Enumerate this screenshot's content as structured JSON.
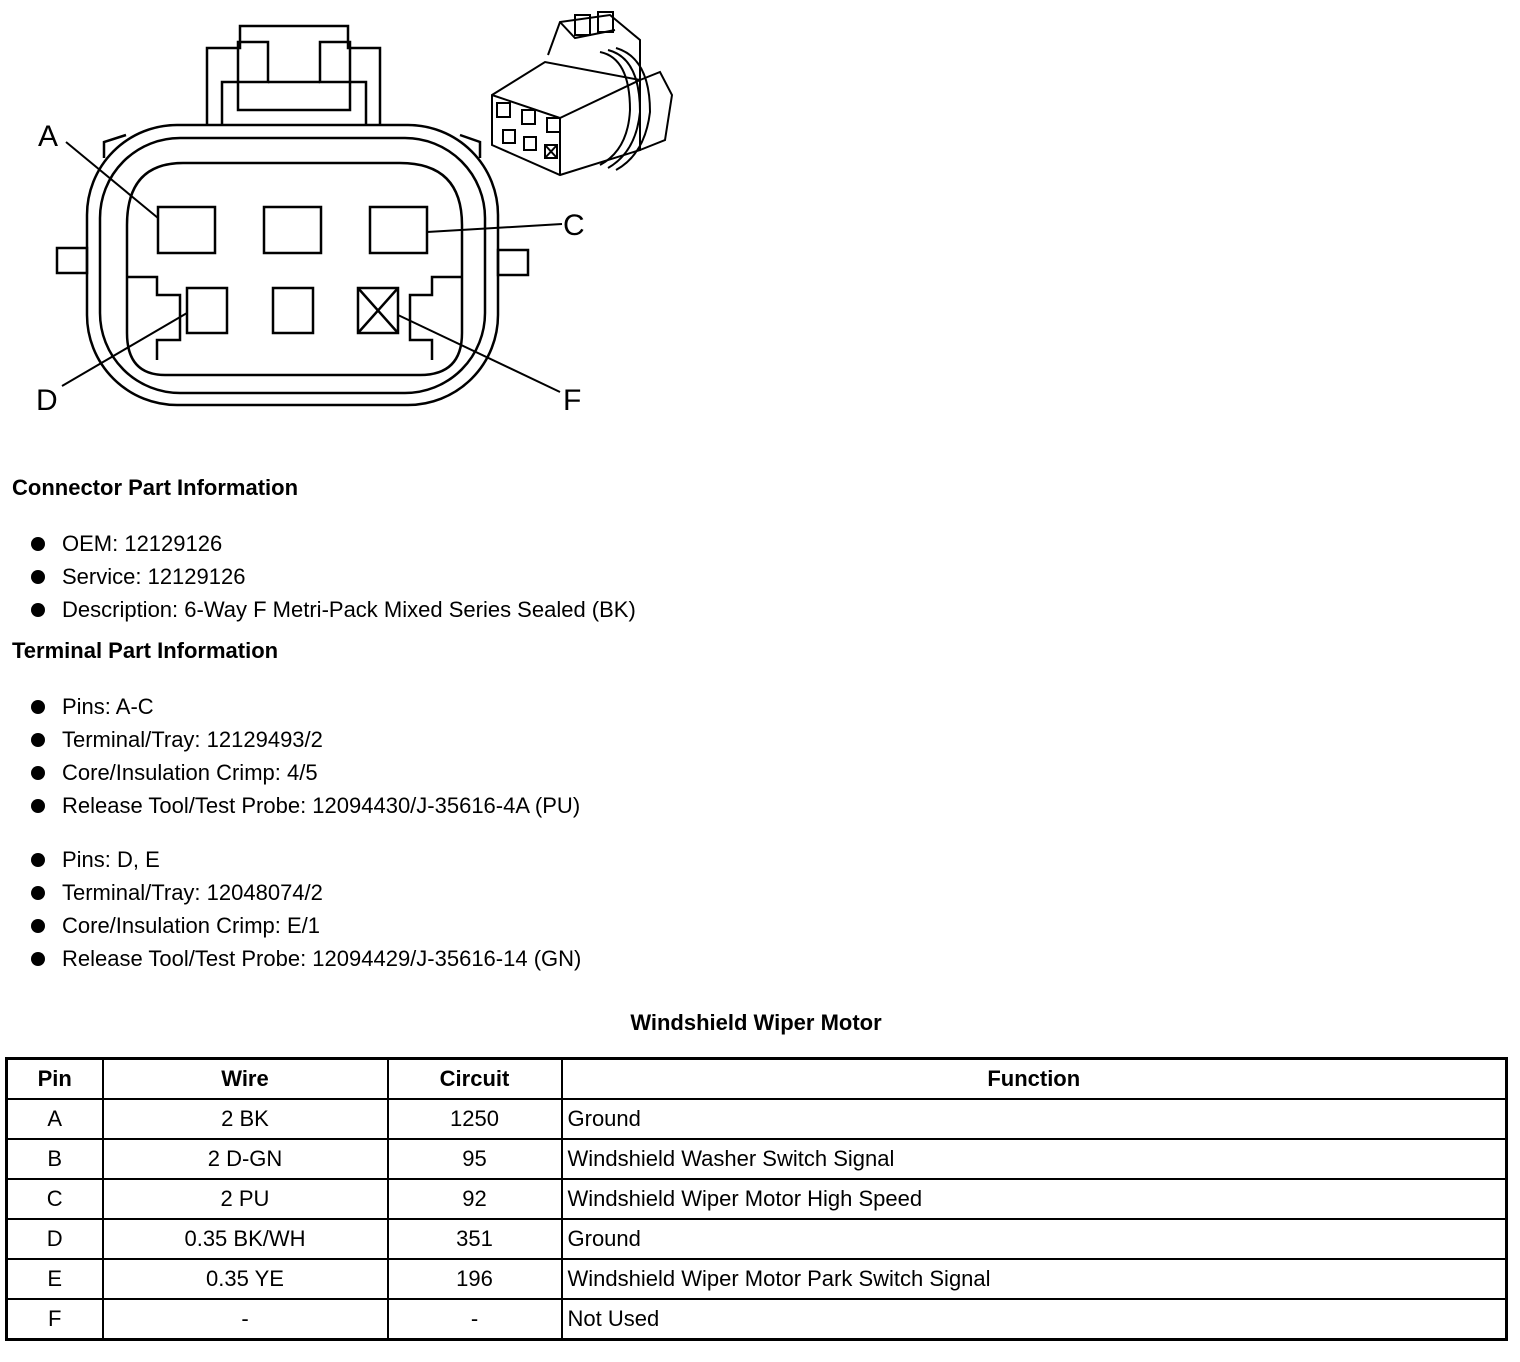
{
  "diagram": {
    "pin_labels": {
      "a": "A",
      "c": "C",
      "d": "D",
      "f": "F"
    }
  },
  "connector_info": {
    "heading": "Connector Part Information",
    "items": [
      "OEM: 12129126",
      "Service: 12129126",
      "Description: 6-Way F Metri-Pack Mixed Series Sealed (BK)"
    ]
  },
  "terminal_info": {
    "heading": "Terminal Part Information",
    "group1": [
      "Pins: A-C",
      "Terminal/Tray: 12129493/2",
      "Core/Insulation Crimp: 4/5",
      "Release Tool/Test Probe: 12094430/J-35616-4A (PU)"
    ],
    "group2": [
      "Pins: D, E",
      "Terminal/Tray: 12048074/2",
      "Core/Insulation Crimp: E/1",
      "Release Tool/Test Probe: 12094429/J-35616-14 (GN)"
    ]
  },
  "table": {
    "title": "Windshield Wiper Motor",
    "headers": {
      "pin": "Pin",
      "wire": "Wire",
      "circuit": "Circuit",
      "function": "Function"
    },
    "rows": [
      {
        "pin": "A",
        "wire": "2 BK",
        "circuit": "1250",
        "function": "Ground"
      },
      {
        "pin": "B",
        "wire": "2 D-GN",
        "circuit": "95",
        "function": "Windshield Washer Switch Signal"
      },
      {
        "pin": "C",
        "wire": "2 PU",
        "circuit": "92",
        "function": "Windshield Wiper Motor High Speed"
      },
      {
        "pin": "D",
        "wire": "0.35 BK/WH",
        "circuit": "351",
        "function": "Ground"
      },
      {
        "pin": "E",
        "wire": "0.35 YE",
        "circuit": "196",
        "function": "Windshield Wiper Motor Park Switch Signal"
      },
      {
        "pin": "F",
        "wire": "-",
        "circuit": "-",
        "function": "Not Used"
      }
    ]
  }
}
